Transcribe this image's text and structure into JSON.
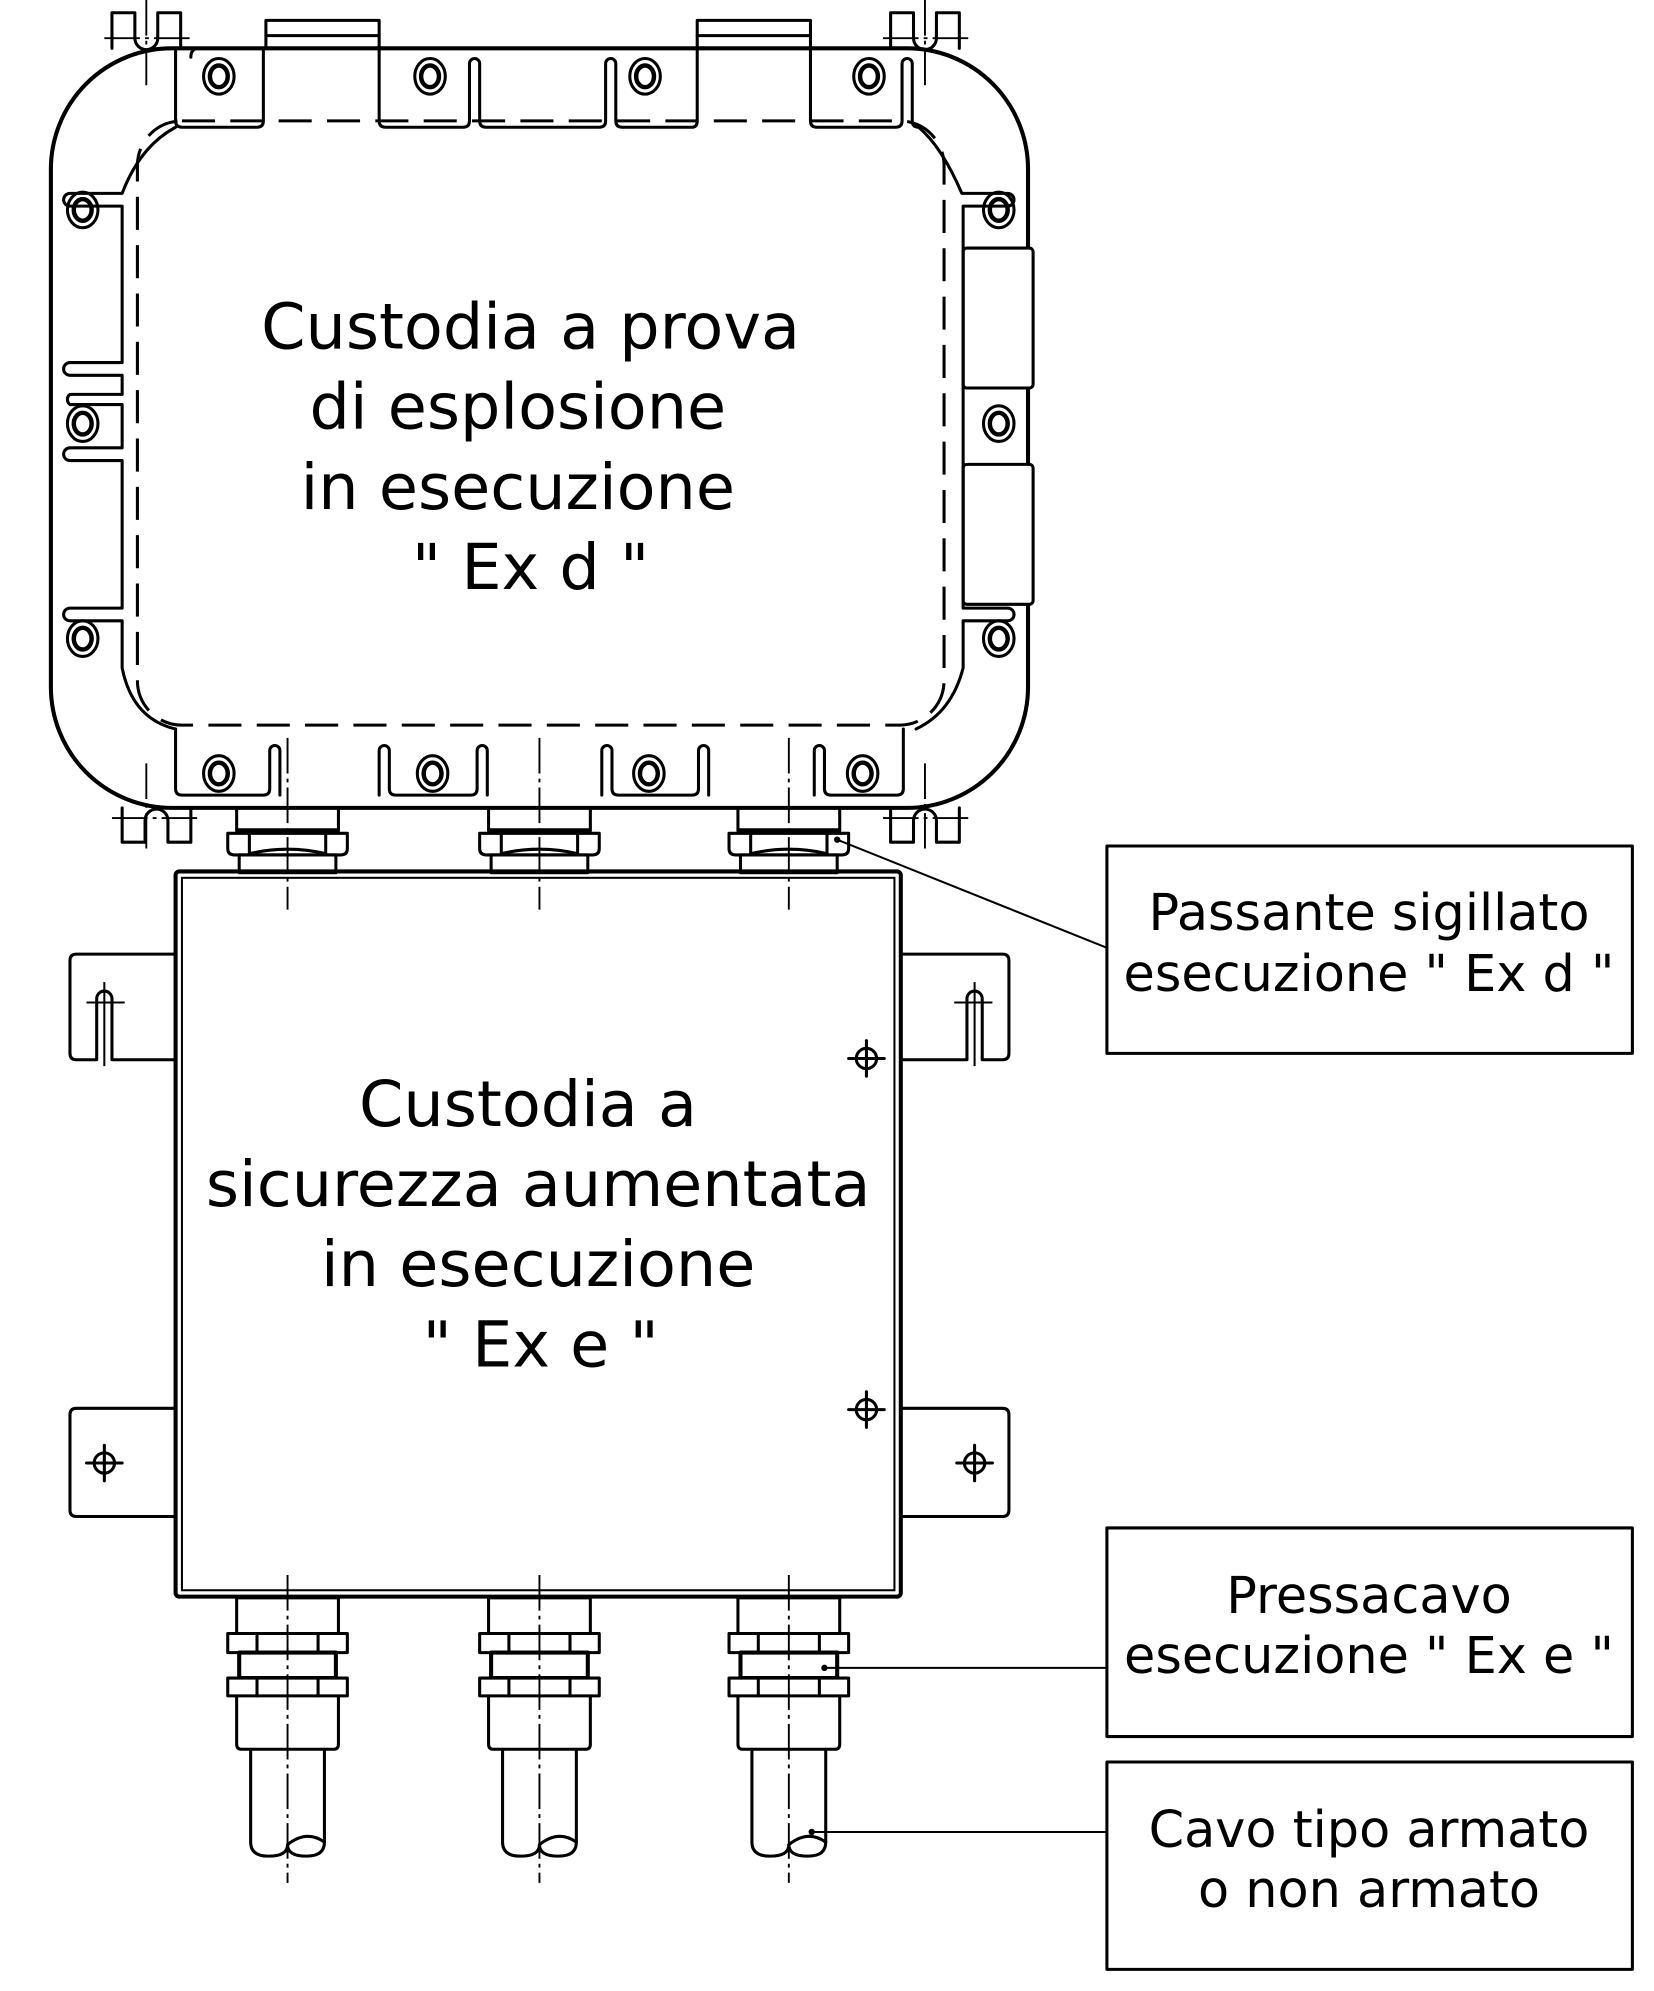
{
  "diagram": {
    "colors": {
      "line": "#000000",
      "background": "#ffffff"
    },
    "ex_d_enclosure": {
      "label_lines": [
        "Custodia a prova",
        "di esplosione",
        "in esecuzione",
        "\" Ex d \""
      ]
    },
    "ex_e_enclosure": {
      "label_lines": [
        "Custodia a",
        "sicurezza aumentata",
        "in esecuzione",
        "\" Ex e \""
      ]
    },
    "callouts": [
      {
        "id": "sealed-bushing",
        "lines": [
          "Passante sigillato",
          "esecuzione \" Ex d \""
        ]
      },
      {
        "id": "cable-gland",
        "lines": [
          "Pressacavo",
          "esecuzione \" Ex e \""
        ]
      },
      {
        "id": "cable",
        "lines": [
          "Cavo tipo armato",
          "o non armato"
        ]
      }
    ],
    "counts": {
      "sealed_bushings": 3,
      "cable_glands": 3,
      "cables": 3
    }
  }
}
